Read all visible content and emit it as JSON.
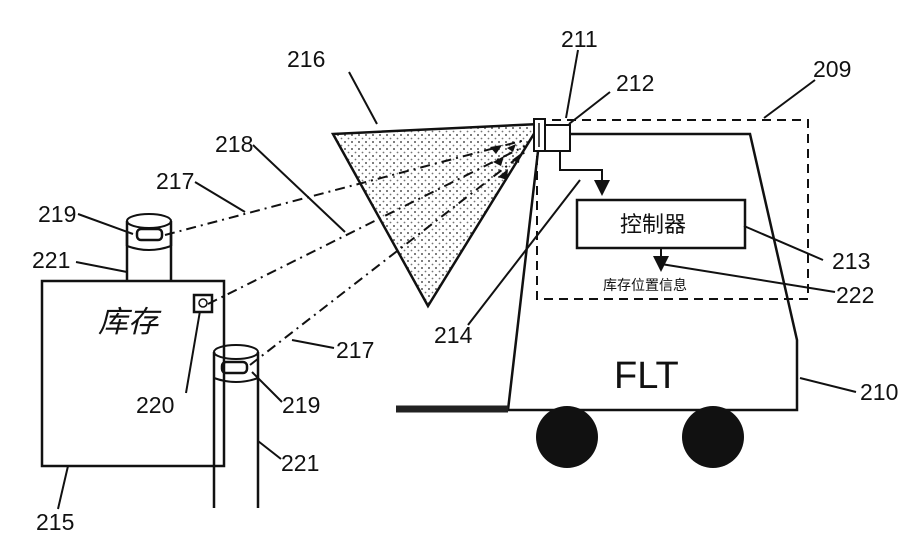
{
  "labels": {
    "ref_209": "209",
    "ref_210": "210",
    "ref_211": "211",
    "ref_212": "212",
    "ref_213": "213",
    "ref_214": "214",
    "ref_215": "215",
    "ref_216": "216",
    "ref_217_top": "217",
    "ref_217_bottom": "217",
    "ref_218": "218",
    "ref_219_top": "219",
    "ref_219_bottom": "219",
    "ref_220": "220",
    "ref_221_top": "221",
    "ref_221_bottom": "221",
    "ref_222": "222"
  },
  "text": {
    "inventory": "库存",
    "controller": "控制器",
    "inventory_position_info": "库存位置信息",
    "vehicle": "FLT"
  }
}
